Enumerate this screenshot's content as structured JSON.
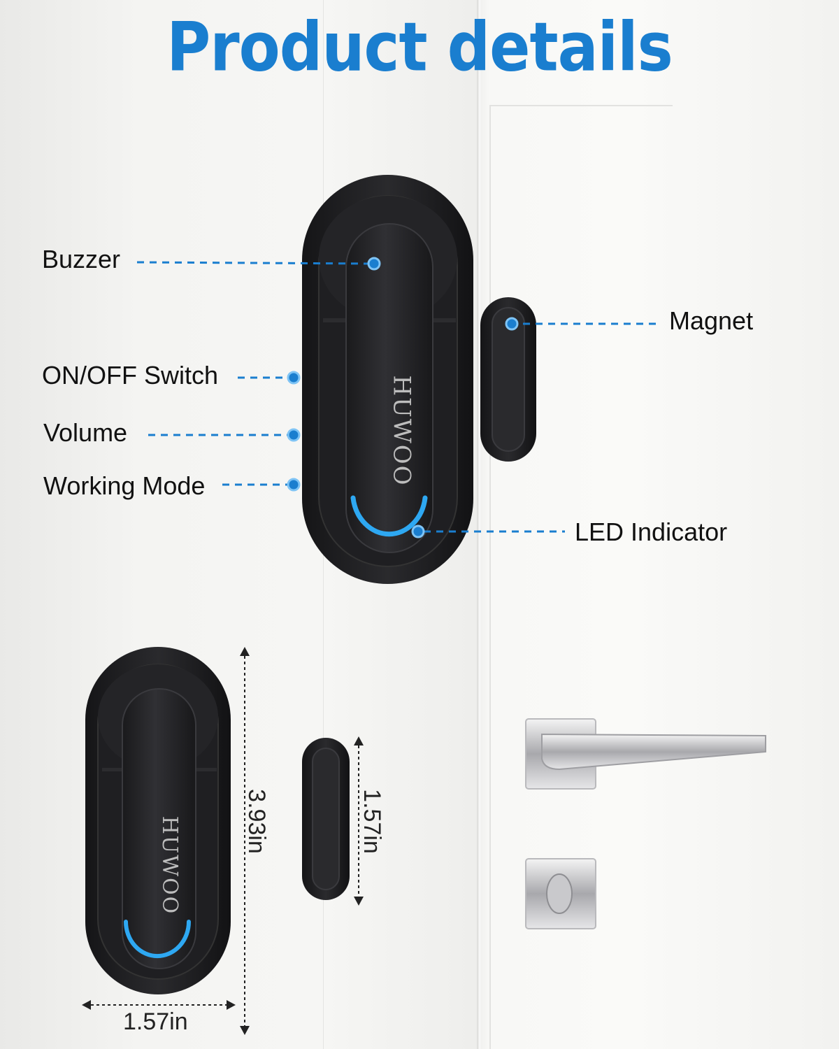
{
  "title": "Product details",
  "brand": {
    "logo_text": "HUWOO"
  },
  "labels": {
    "buzzer": "Buzzer",
    "magnet": "Magnet",
    "on_off_switch": "ON/OFF Switch",
    "volume": "Volume",
    "working_mode": "Working Mode",
    "led_indicator": "LED Indicator"
  },
  "dimensions": {
    "sensor_height": "3.93in",
    "sensor_width": "1.57in",
    "magnet_height": "1.57in"
  },
  "colors": {
    "accent": "#1a7ecf",
    "device": "#1c1c1e",
    "led": "#2ea8f2"
  }
}
